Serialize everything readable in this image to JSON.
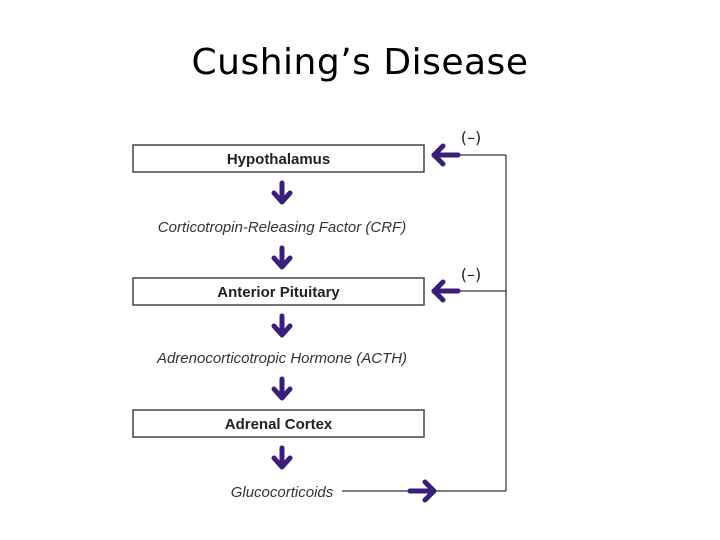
{
  "title": "Cushing’s Disease",
  "boxes": {
    "hypothalamus": "Hypothalamus",
    "anterior_pituitary": "Anterior Pituitary",
    "adrenal_cortex": "Adrenal Cortex"
  },
  "hormones": {
    "crf": "Corticotropin-Releasing Factor (CRF)",
    "acth": "Adrenocorticotropic Hormone (ACTH)",
    "glucocorticoids": "Glucocorticoids"
  },
  "feedback": {
    "top_label": "(–)",
    "middle_label": "(–)"
  },
  "colors": {
    "arrow": "#3b1d7a",
    "box_border": "#444444",
    "line": "#333333"
  }
}
